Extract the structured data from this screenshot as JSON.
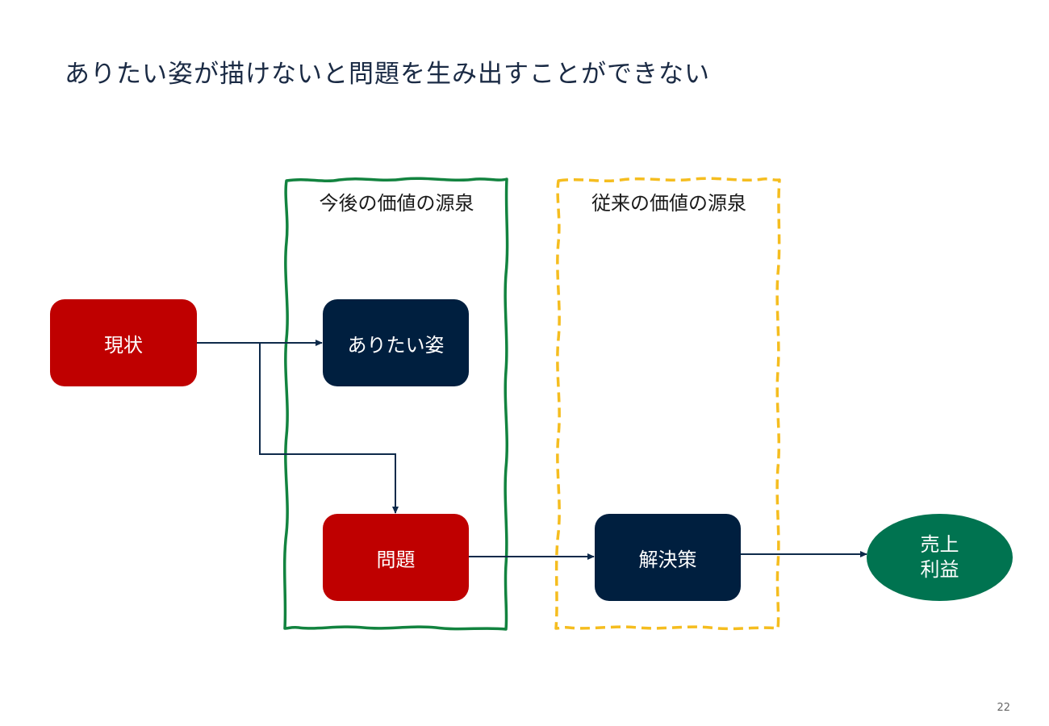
{
  "slide": {
    "title": "ありたい姿が描けないと問題を生み出すことができない",
    "page_number": "22"
  },
  "frames": {
    "future": {
      "label": "今後の価値の源泉",
      "color": "#12833f"
    },
    "past": {
      "label": "従来の価値の源泉",
      "color": "#f5bd1f"
    }
  },
  "nodes": {
    "current": {
      "label": "現状",
      "color": "#bf0000"
    },
    "ideal": {
      "label": "ありたい姿",
      "color": "#001f3f"
    },
    "problem": {
      "label": "問題",
      "color": "#bf0000"
    },
    "solution": {
      "label": "解決策",
      "color": "#001f3f"
    },
    "outcome": {
      "line1": "売上",
      "line2": "利益",
      "color": "#007350"
    }
  },
  "connector_color": "#0e2a4a"
}
